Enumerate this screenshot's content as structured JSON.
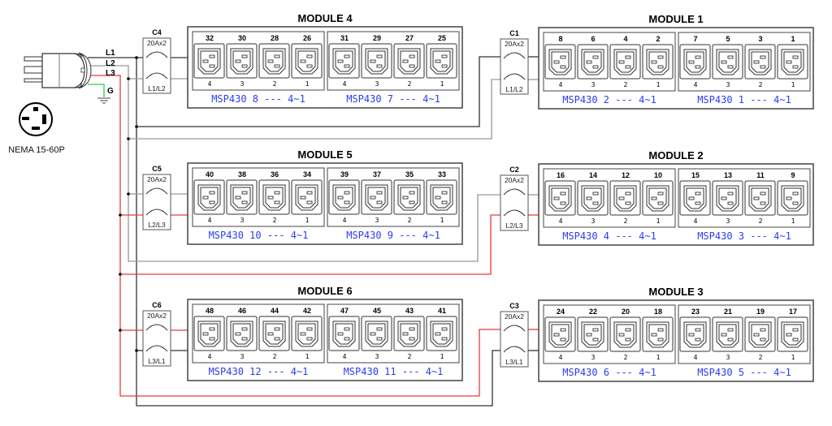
{
  "colors": {
    "line_l1": "#333333",
    "line_l2": "#999999",
    "line_l3": "#e83a3a",
    "ground": "#2ecc40",
    "msp_text": "#2a3df0"
  },
  "plug": {
    "label": "NEMA 15-60P",
    "lines": [
      "L1",
      "L2",
      "L3"
    ],
    "ground": "G"
  },
  "modules": [
    {
      "id": "m4",
      "title": "MODULE 4",
      "breaker": {
        "name": "C4",
        "rating": "20Ax2",
        "phase": "L1/L2"
      },
      "banks": [
        {
          "ports": [
            "32",
            "30",
            "28",
            "26"
          ],
          "indexes": [
            "4",
            "3",
            "2",
            "1"
          ],
          "label": "MSP430 8 --- 4~1"
        },
        {
          "ports": [
            "31",
            "29",
            "27",
            "25"
          ],
          "indexes": [
            "4",
            "3",
            "2",
            "1"
          ],
          "label": "MSP430 7 --- 4~1"
        }
      ]
    },
    {
      "id": "m1",
      "title": "MODULE 1",
      "breaker": {
        "name": "C1",
        "rating": "20Ax2",
        "phase": "L1/L2"
      },
      "banks": [
        {
          "ports": [
            "8",
            "6",
            "4",
            "2"
          ],
          "indexes": [
            "4",
            "3",
            "2",
            "1"
          ],
          "label": "MSP430 2 --- 4~1"
        },
        {
          "ports": [
            "7",
            "5",
            "3",
            "1"
          ],
          "indexes": [
            "4",
            "3",
            "2",
            "1"
          ],
          "label": "MSP430 1 --- 4~1"
        }
      ]
    },
    {
      "id": "m5",
      "title": "MODULE 5",
      "breaker": {
        "name": "C5",
        "rating": "20Ax2",
        "phase": "L2/L3"
      },
      "banks": [
        {
          "ports": [
            "40",
            "38",
            "36",
            "34"
          ],
          "indexes": [
            "4",
            "3",
            "2",
            "1"
          ],
          "label": "MSP430 10 --- 4~1"
        },
        {
          "ports": [
            "39",
            "37",
            "35",
            "33"
          ],
          "indexes": [
            "4",
            "3",
            "2",
            "1"
          ],
          "label": "MSP430 9 --- 4~1"
        }
      ]
    },
    {
      "id": "m2",
      "title": "MODULE 2",
      "breaker": {
        "name": "C2",
        "rating": "20Ax2",
        "phase": "L2/L3"
      },
      "banks": [
        {
          "ports": [
            "16",
            "14",
            "12",
            "10"
          ],
          "indexes": [
            "4",
            "3",
            "2",
            "1"
          ],
          "label": "MSP430 4 --- 4~1"
        },
        {
          "ports": [
            "15",
            "13",
            "11",
            "9"
          ],
          "indexes": [
            "4",
            "3",
            "2",
            "1"
          ],
          "label": "MSP430 3 --- 4~1"
        }
      ]
    },
    {
      "id": "m6",
      "title": "MODULE 6",
      "breaker": {
        "name": "C6",
        "rating": "20Ax2",
        "phase": "L3/L1"
      },
      "banks": [
        {
          "ports": [
            "48",
            "46",
            "44",
            "42"
          ],
          "indexes": [
            "4",
            "3",
            "2",
            "1"
          ],
          "label": "MSP430 12 --- 4~1"
        },
        {
          "ports": [
            "47",
            "45",
            "43",
            "41"
          ],
          "indexes": [
            "4",
            "3",
            "2",
            "1"
          ],
          "label": "MSP430 11 --- 4~1"
        }
      ]
    },
    {
      "id": "m3",
      "title": "MODULE 3",
      "breaker": {
        "name": "C3",
        "rating": "20Ax2",
        "phase": "L3/L1"
      },
      "banks": [
        {
          "ports": [
            "24",
            "22",
            "20",
            "18"
          ],
          "indexes": [
            "4",
            "3",
            "2",
            "1"
          ],
          "label": "MSP430 6 --- 4~1"
        },
        {
          "ports": [
            "23",
            "21",
            "19",
            "17"
          ],
          "indexes": [
            "4",
            "3",
            "2",
            "1"
          ],
          "label": "MSP430 5 --- 4~1"
        }
      ]
    }
  ]
}
